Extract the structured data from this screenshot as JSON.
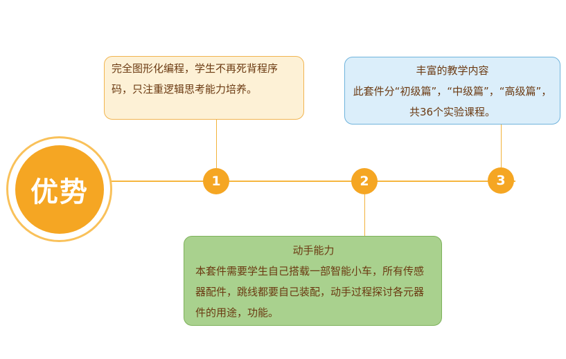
{
  "hub": {
    "label": "优势"
  },
  "advantages": [
    {
      "number": "1",
      "title": "",
      "text": "完全图形化编程，学生不再死背程序码，只注重逻辑思考能力培养。"
    },
    {
      "number": "2",
      "title": "动手能力",
      "text": "本套件需要学生自己搭载一部智能小车，所有传感器配件，跳线都要自己装配，动手过程探讨各元器件的用途，功能。"
    },
    {
      "number": "3",
      "title": "丰富的教学内容",
      "text": "此套件分“初级篇”，“中级篇”，“高级篇”，共36个实验课程。"
    }
  ],
  "colors": {
    "accent": "#f5a623",
    "box1_fill": "#fdf1d6",
    "box2_fill": "#a9d18e",
    "box3_fill": "#dbeefa"
  }
}
